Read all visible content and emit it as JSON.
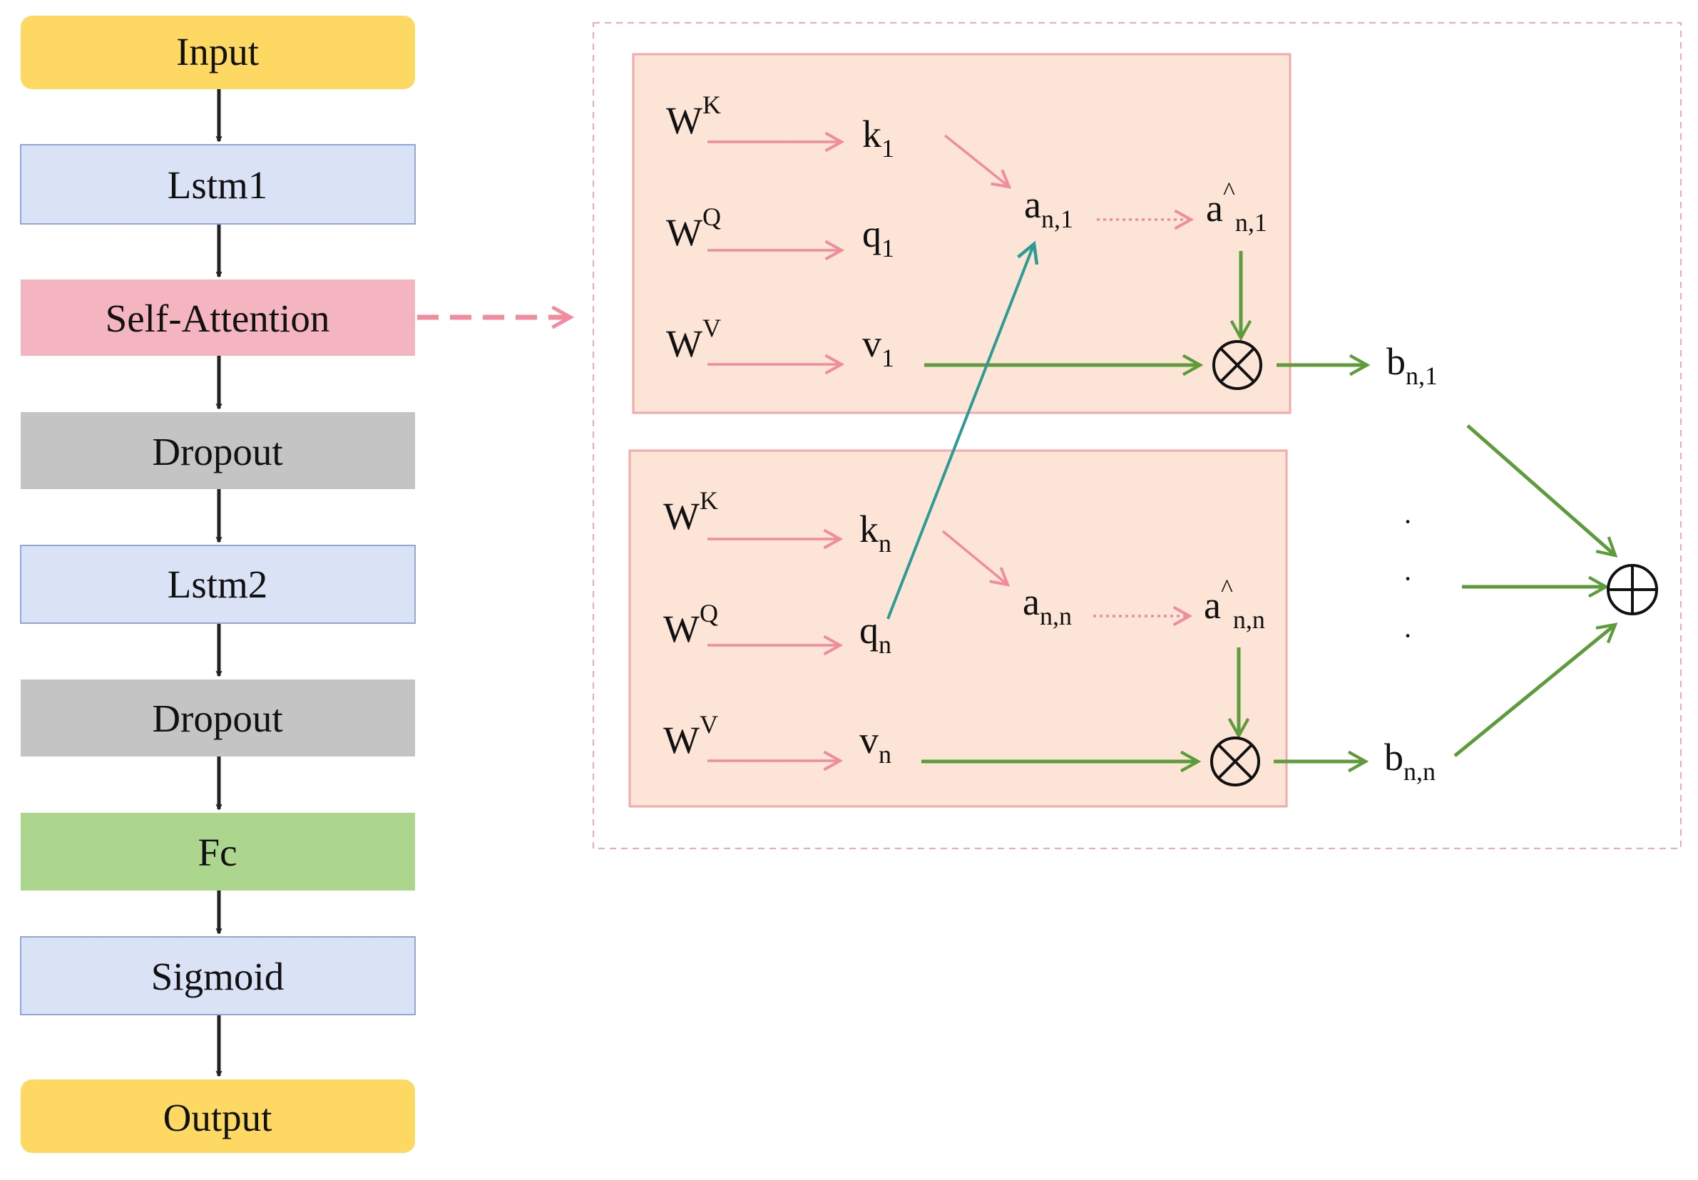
{
  "pipeline": {
    "layers": [
      {
        "id": "input",
        "label": "Input",
        "color": "#FDD964"
      },
      {
        "id": "lstm1",
        "label": "Lstm1",
        "color": "#DAE3F6"
      },
      {
        "id": "self-attention",
        "label": "Self-Attention",
        "color": "#F4B5C1"
      },
      {
        "id": "dropout1",
        "label": "Dropout",
        "color": "#C4C4C4"
      },
      {
        "id": "lstm2",
        "label": "Lstm2",
        "color": "#DAE3F6"
      },
      {
        "id": "dropout2",
        "label": "Dropout",
        "color": "#C4C4C4"
      },
      {
        "id": "fc",
        "label": "Fc",
        "color": "#ACD68E"
      },
      {
        "id": "sigmoid",
        "label": "Sigmoid",
        "color": "#DAE3F6"
      },
      {
        "id": "output",
        "label": "Output",
        "color": "#FDD964"
      }
    ]
  },
  "attention": {
    "blocks": [
      {
        "id": "1",
        "weights": [
          {
            "base": "W",
            "sup": "K"
          },
          {
            "base": "W",
            "sup": "Q"
          },
          {
            "base": "W",
            "sup": "V"
          }
        ],
        "key": {
          "base": "k",
          "sub": "1"
        },
        "query": {
          "base": "q",
          "sub": "1"
        },
        "value": {
          "base": "v",
          "sub": "1"
        },
        "score": {
          "base": "a",
          "sub": "n,1"
        },
        "score_hat": {
          "base": "a",
          "hat": "^",
          "sub": "n,1"
        },
        "output": {
          "base": "b",
          "sub": "n,1"
        }
      },
      {
        "id": "n",
        "weights": [
          {
            "base": "W",
            "sup": "K"
          },
          {
            "base": "W",
            "sup": "Q"
          },
          {
            "base": "W",
            "sup": "V"
          }
        ],
        "key": {
          "base": "k",
          "sub": "n"
        },
        "query": {
          "base": "q",
          "sub": "n"
        },
        "value": {
          "base": "v",
          "sub": "n"
        },
        "score": {
          "base": "a",
          "sub": "n,n"
        },
        "score_hat": {
          "base": "a",
          "hat": "^",
          "sub": "n,n"
        },
        "output": {
          "base": "b",
          "sub": "n,n"
        }
      }
    ],
    "multiply_symbol": "⊗",
    "sum_symbol": "⊕",
    "ellipsis": [
      "·",
      "·",
      "·"
    ]
  },
  "colors": {
    "arrow_black": "#222222",
    "arrow_pink": "#F08C9D",
    "arrow_green": "#5E9B3A",
    "arrow_teal": "#2E9A93",
    "block_fill": "#FCE5D6",
    "block_border": "#F2A9A9",
    "dashed_border": "#F2A9B4"
  }
}
